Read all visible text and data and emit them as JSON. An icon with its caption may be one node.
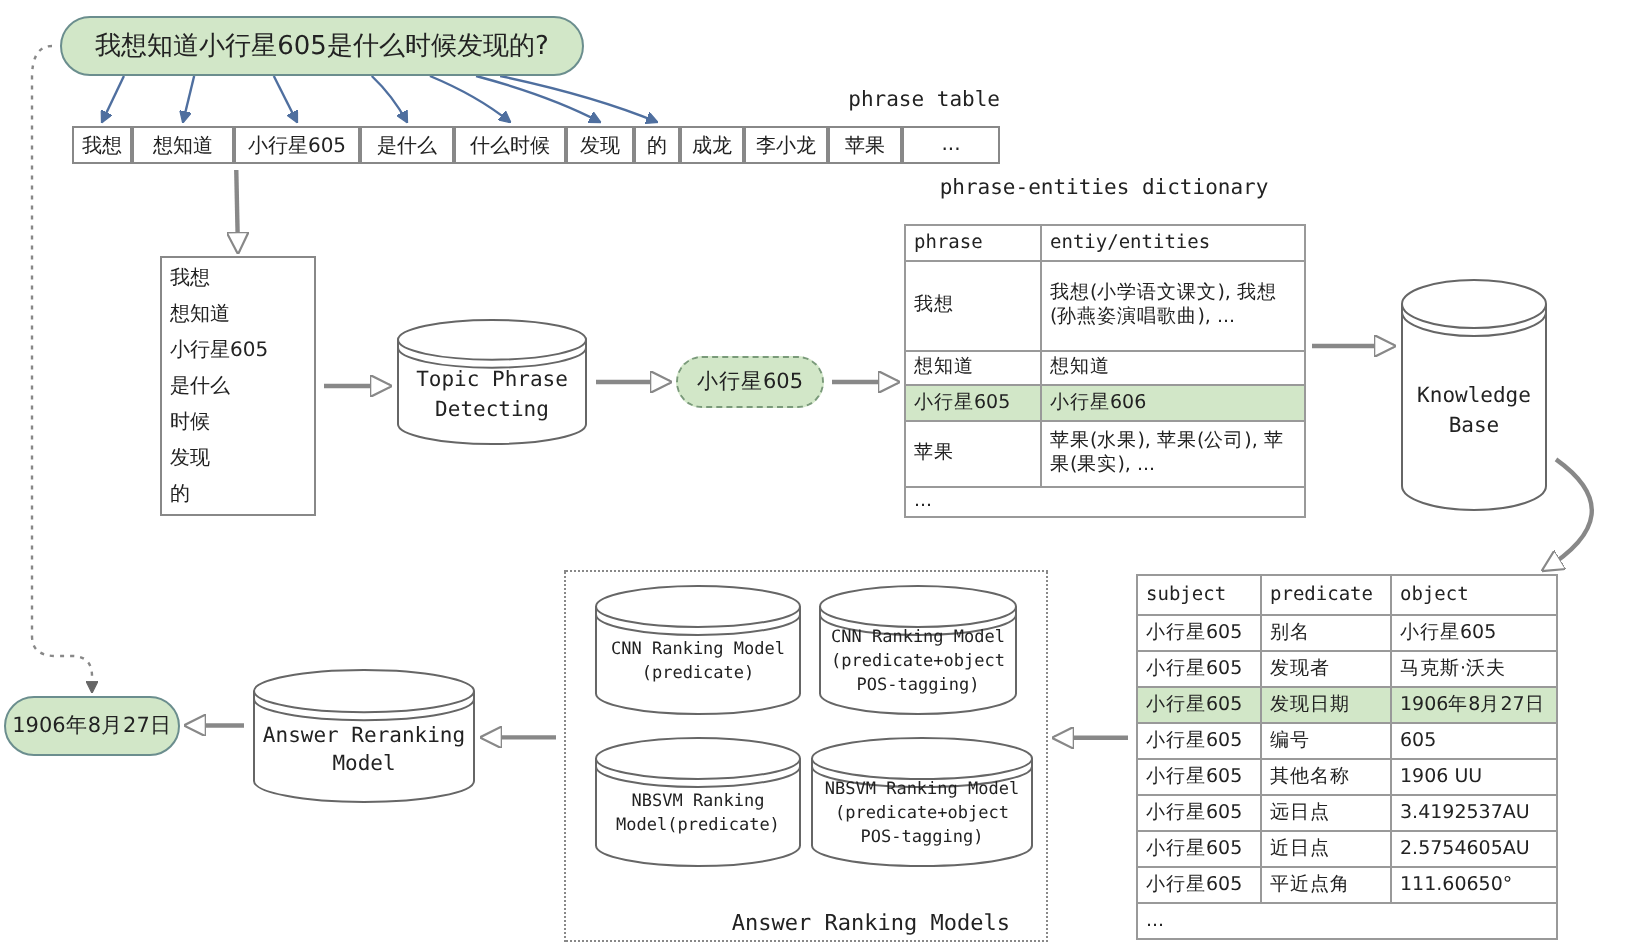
{
  "diagram": {
    "nodes": [
      {
        "text": [
          "我想知道小行星605是什么时候发现的?"
        ]
      },
      {
        "text": [
          "phrase table"
        ]
      },
      {
        "text": [
          "我想"
        ],
        "in": 1
      },
      {
        "text": [
          "想知道"
        ],
        "in": 1
      },
      {
        "text": [
          "小行星605"
        ],
        "in": 1
      },
      {
        "text": [
          "是什么"
        ],
        "in": 1
      },
      {
        "text": [
          "什么时候"
        ],
        "in": 1
      },
      {
        "text": [
          "发现"
        ],
        "in": 1
      },
      {
        "text": [
          "的"
        ],
        "in": 1
      },
      {
        "text": [
          "成龙"
        ],
        "in": 1
      },
      {
        "text": [
          "李小龙"
        ],
        "in": 1
      },
      {
        "text": [
          "苹果"
        ],
        "in": 1
      },
      {
        "text": [
          "..."
        ],
        "in": 1
      },
      {
        "text": [
          "我想",
          "想知道",
          "小行星605",
          "是什么",
          "时候",
          "发现",
          "的"
        ]
      },
      {
        "text": [
          "Topic Phrase Detecting"
        ]
      },
      {
        "text": [
          "小行星605"
        ]
      },
      {
        "text": [
          "phrase-entities dictionary"
        ]
      },
      {
        "text": [
          "Knowledge Base"
        ]
      },
      {
        "text": [],
        "shape": "box"
      },
      {
        "text": [
          "Answer Ranking Models"
        ]
      },
      {
        "text": [
          "CNN Ranking Model (predicate)"
        ],
        "in": 19
      },
      {
        "text": [
          "CNN Ranking Model (predicate+object POS-tagging)"
        ],
        "in": 19
      },
      {
        "text": [
          "NBSVM Ranking Model(predicate)"
        ],
        "in": 19
      },
      {
        "text": [
          "NBSVM Ranking Model (predicate+object POS-tagging)"
        ],
        "in": 19
      },
      {
        "text": [
          "Answer Reranking Model"
        ]
      },
      {
        "text": [
          "1906年8月27日"
        ]
      }
    ],
    "edges": [
      {
        "from": 0,
        "to": 2,
        "arrow": "to",
        "color": "#4f6f9f"
      },
      {
        "from": 0,
        "to": 3,
        "arrow": "to",
        "color": "#4f6f9f"
      },
      {
        "from": 0,
        "to": 4,
        "arrow": "to",
        "color": "#4f6f9f"
      },
      {
        "from": 0,
        "to": 5,
        "arrow": "to",
        "color": "#4f6f9f"
      },
      {
        "from": 0,
        "to": 6,
        "arrow": "to",
        "color": "#4f6f9f"
      },
      {
        "from": 0,
        "to": 7,
        "arrow": "to",
        "color": "#4f6f9f"
      },
      {
        "from": 0,
        "to": 8,
        "arrow": "to",
        "color": "#4f6f9f"
      },
      {
        "from": 1,
        "to": 13,
        "arrow": "to"
      },
      {
        "from": 13,
        "to": 14,
        "arrow": "to"
      },
      {
        "from": 14,
        "to": 15,
        "arrow": "to"
      },
      {
        "from": 15,
        "to": 16,
        "arrow": "to"
      },
      {
        "from": 16,
        "to": 17,
        "arrow": "to"
      },
      {
        "from": 17,
        "to": 18,
        "arrow": "to"
      },
      {
        "from": 18,
        "to": 19,
        "arrow": "to"
      },
      {
        "from": 19,
        "to": 24,
        "arrow": "to"
      },
      {
        "from": 24,
        "to": 25,
        "arrow": "to"
      },
      {
        "from": 0,
        "to": 25,
        "arrow": "to",
        "style": "dashed"
      }
    ],
    "labels": [
      "phrase",
      "entiy/entities",
      "我想",
      "我想(小学语文课文), 我想(孙燕姿演唱歌曲), ...",
      "想知道",
      "想知道",
      "小行星605",
      "小行星606",
      "苹果",
      "苹果(水果), 苹果(公司), 苹果(果实), ...",
      "...",
      "subject",
      "predicate",
      "object",
      "小行星605",
      "别名",
      "小行星605",
      "小行星605",
      "发现者",
      "马克斯·沃夫",
      "小行星605",
      "发现日期",
      "1906年8月27日",
      "小行星605",
      "编号",
      "605",
      "小行星605",
      "其他名称",
      "1906 UU",
      "小行星605",
      "远日点",
      "3.4192537AU",
      "小行星605",
      "近日点",
      "2.5754605AU",
      "小行星605",
      "平近点角",
      "111.60650°",
      "..."
    ]
  }
}
